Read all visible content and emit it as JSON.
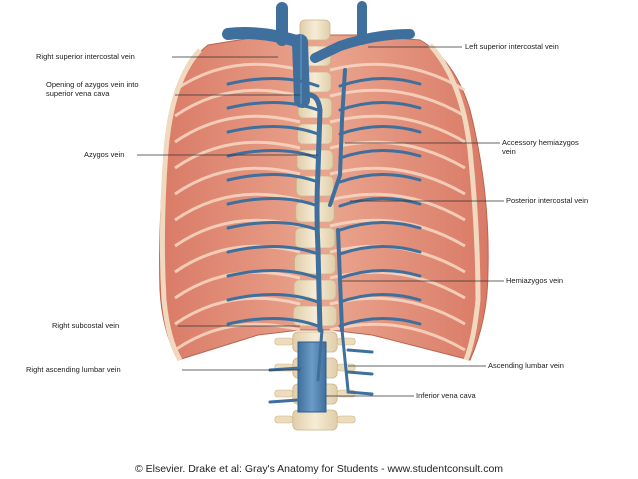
{
  "figure": {
    "labels_left": [
      {
        "id": "right-superior-intercostal-vein",
        "text": "Right superior intercostal vein"
      },
      {
        "id": "opening-of-azygos-vein",
        "text": "Opening of azygos vein into superior vena cava"
      },
      {
        "id": "azygos-vein",
        "text": "Azygos vein"
      },
      {
        "id": "right-subcostal-vein",
        "text": "Right subcostal vein"
      },
      {
        "id": "right-ascending-lumbar-vein",
        "text": "Right ascending lumbar vein"
      }
    ],
    "labels_right": [
      {
        "id": "left-superior-intercostal-vein",
        "text": "Left superior intercostal vein"
      },
      {
        "id": "accessory-hemiazygos-vein",
        "text": "Accessory hemiazygos vein"
      },
      {
        "id": "posterior-intercostal-vein",
        "text": "Posterior intercostal vein"
      },
      {
        "id": "hemiazygos-vein",
        "text": "Hemiazygos vein"
      },
      {
        "id": "ascending-lumbar-vein",
        "text": "Ascending lumbar vein"
      },
      {
        "id": "inferior-vena-cava",
        "text": "Inferior vena cava"
      }
    ],
    "caption": "© Elsevier. Drake et al: Gray's Anatomy for Students - www.studentconsult.com",
    "colors": {
      "muscle": "#e59a84",
      "muscle_dark": "#c96a55",
      "rib": "#f4dcc4",
      "bone": "#efe2c6",
      "vein": "#4a7fae",
      "vein_dark": "#2f5d87",
      "leader": "#333333"
    }
  }
}
